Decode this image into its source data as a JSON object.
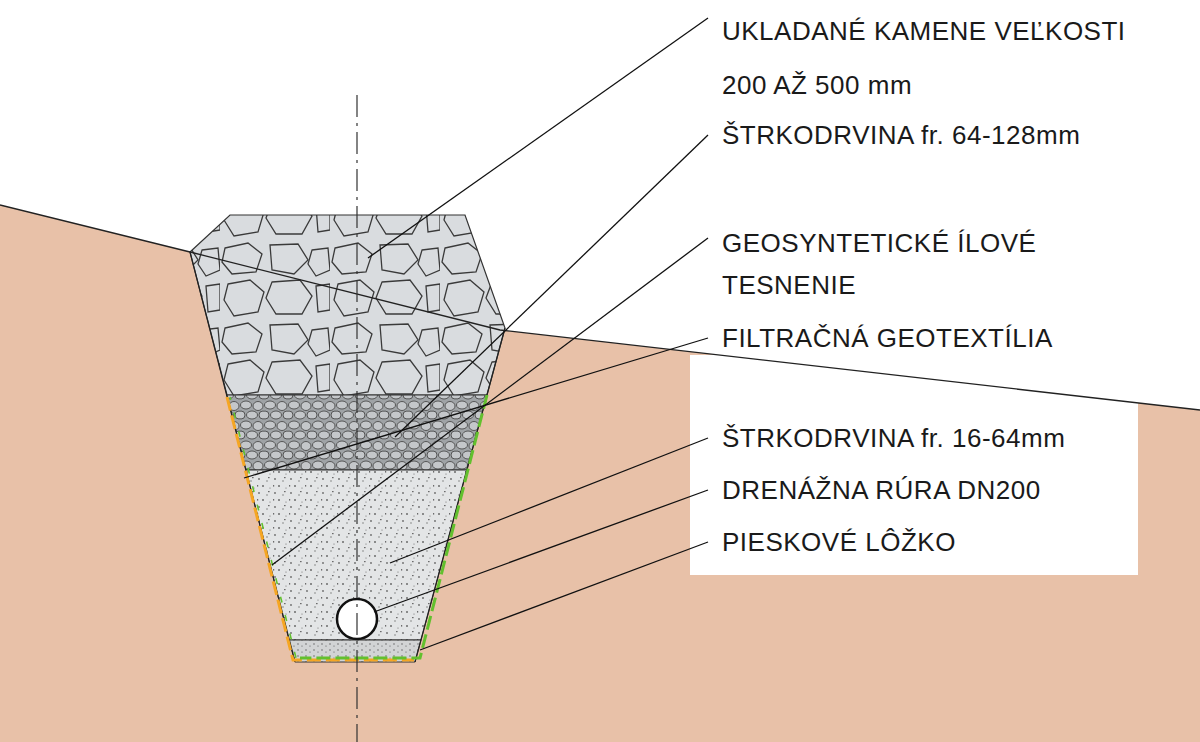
{
  "diagram": {
    "labels": [
      "UKLADANÉ KAMENE VEĽKOSTI 200 AŽ 500 mm",
      "ŠTRKODRVINA fr. 64-128mm",
      "GEOSYNTETICKÉ ÍLOVÉ TESNENIE",
      "FILTRAČNÁ GEOTEXTÍLIA",
      "ŠTRKODRVINA fr. 16-64mm",
      "DRENÁŽNA RÚRA DN200",
      "PIESKOVÉ LÔŽKO"
    ]
  }
}
